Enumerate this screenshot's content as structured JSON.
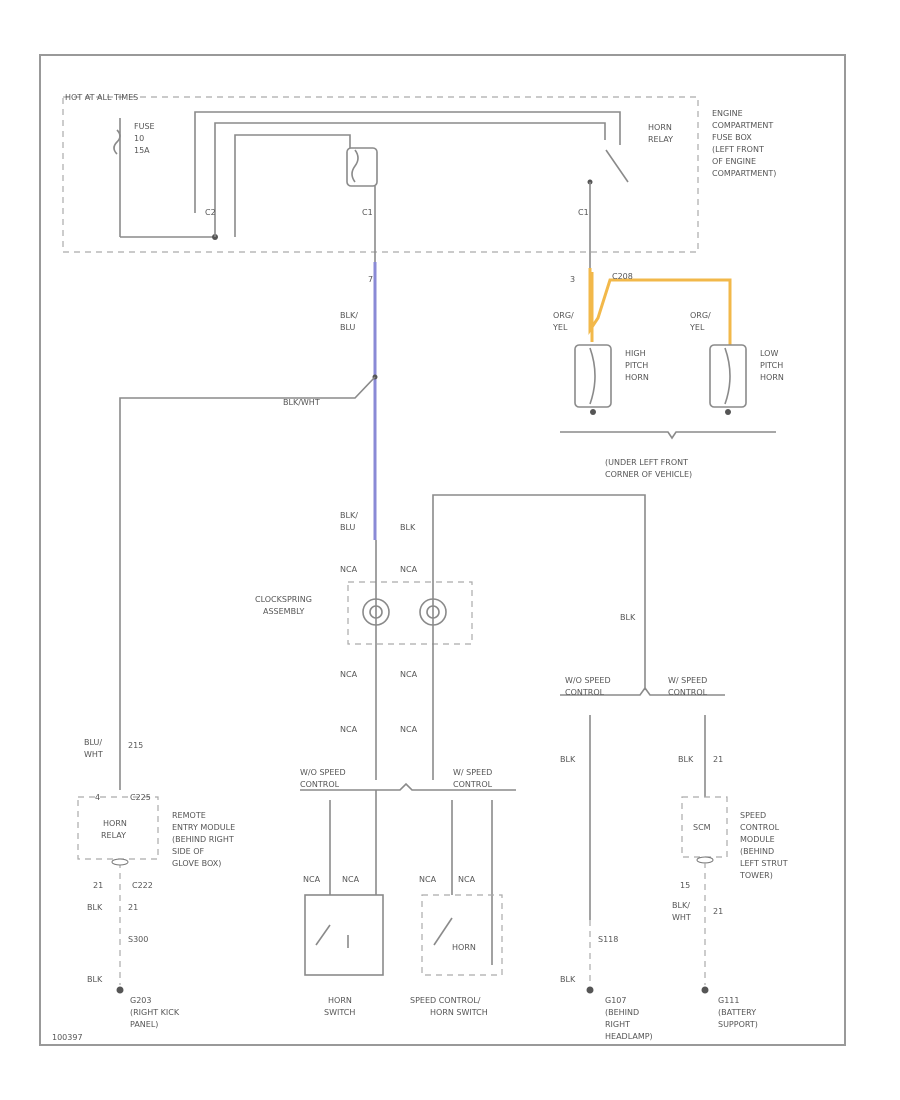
{
  "fuse_block": {
    "header": "HOT AT ALL TIMES",
    "fuse": [
      "FUSE",
      "10",
      "15A"
    ],
    "horn_relay": [
      "HORN",
      "RELAY"
    ],
    "location": [
      "ENGINE",
      "COMPARTMENT",
      "FUSE BOX",
      "(LEFT FRONT",
      "OF ENGINE",
      "COMPARTMENT)"
    ],
    "connectors": [
      "C2",
      "C1",
      "C1"
    ],
    "pins": [
      "7",
      "3"
    ]
  },
  "wires": {
    "blk_blu": [
      "BLK/",
      "BLU"
    ],
    "blk_wht": "BLK/WHT",
    "org_yel": [
      "ORG/",
      "YEL"
    ],
    "blk": "BLK",
    "nca": "NCA",
    "blu_wht": [
      "BLU/",
      "WHT"
    ],
    "blk_wht2": [
      "BLK/",
      "WHT"
    ]
  },
  "horns": {
    "splice": "C208",
    "high": [
      "HIGH",
      "PITCH",
      "HORN"
    ],
    "low": [
      "LOW",
      "PITCH",
      "HORN"
    ],
    "location": [
      "(UNDER LEFT FRONT",
      "CORNER OF VEHICLE)"
    ]
  },
  "clockspring": {
    "label": [
      "CLOCKSPRING",
      "ASSEMBLY"
    ]
  },
  "speed_control": {
    "without": [
      "W/O SPEED",
      "CONTROL"
    ],
    "with": [
      "W/ SPEED",
      "CONTROL"
    ]
  },
  "remote_entry": {
    "pins": [
      "4",
      "C225"
    ],
    "relay": [
      "HORN",
      "RELAY"
    ],
    "label": [
      "REMOTE",
      "ENTRY MODULE",
      "(BEHIND RIGHT",
      "SIDE OF",
      "GLOVE BOX)"
    ],
    "wire_pins": [
      "21",
      "C222",
      "21",
      "S300",
      "215"
    ],
    "ground": [
      "G203",
      "(RIGHT KICK",
      "PANEL)"
    ]
  },
  "horn_switch": {
    "label": [
      "HORN",
      "SWITCH"
    ]
  },
  "speed_horn_switch": {
    "label": [
      "SPEED CONTROL/",
      "HORN SWITCH"
    ],
    "inner": "HORN"
  },
  "ground_mid": {
    "splice": "S118",
    "label": [
      "G107",
      "(BEHIND",
      "RIGHT",
      "HEADLAMP)"
    ]
  },
  "speed_module": {
    "box": "SCM",
    "label": [
      "SPEED",
      "CONTROL",
      "MODULE",
      "(BEHIND",
      "LEFT STRUT",
      "TOWER)"
    ],
    "pins": [
      "21",
      "15",
      "21"
    ],
    "ground": [
      "G111",
      "(BATTERY",
      "SUPPORT)"
    ]
  },
  "footer": "100397"
}
